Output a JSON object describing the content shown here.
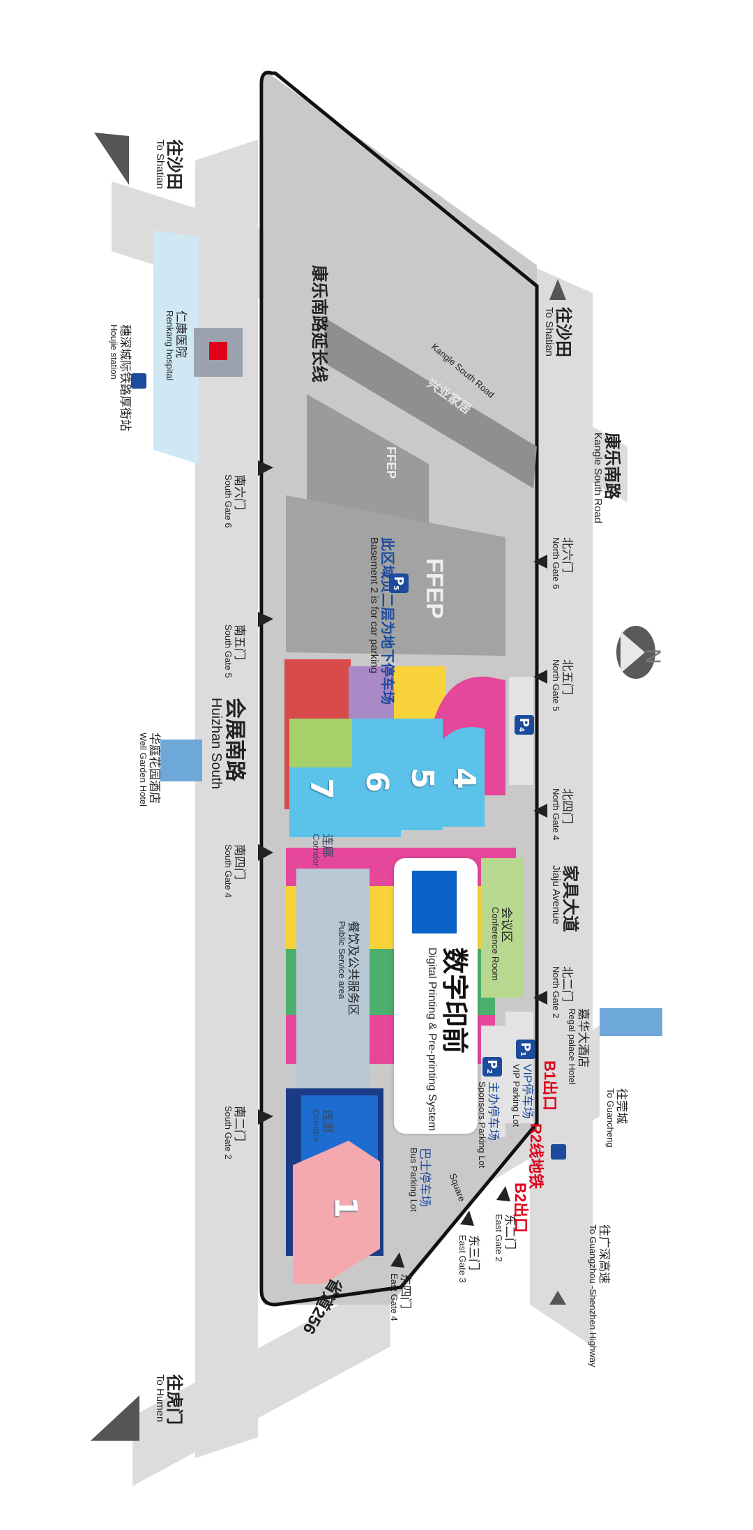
{
  "roads": {
    "to_shatian_left": {
      "cn": "往沙田",
      "en": "To Shatian"
    },
    "to_shatian_right": {
      "cn": "往沙田",
      "en": "To Shatian"
    },
    "kangle_south_road": {
      "cn": "康乐南路",
      "en": "Kangle South Road"
    },
    "kangle_south_road_ext": {
      "cn": "康乐南路延长线"
    },
    "kangle_south_road_inner": {
      "en": "Kangle South Road"
    },
    "huizhan_south": {
      "cn": "会展南路",
      "en": "Huizhan South"
    },
    "jiaju_avenue": {
      "cn": "家具大道",
      "en": "Jiaju Avenue"
    },
    "to_guancheng": {
      "cn": "往莞城",
      "en": "To Guancheng"
    },
    "to_gz_sz_highway": {
      "cn": "往广深高速",
      "en": "To Guangzhou -Shenzhen Highway"
    },
    "to_humen": {
      "cn": "往虎门",
      "en": "To Humen"
    },
    "provincial_road": {
      "cn": "省道256"
    }
  },
  "landmarks": {
    "renkang_hospital": {
      "cn": "仁康医院",
      "en": "Renkang hospital"
    },
    "houjie_station": {
      "cn": "穗深城际铁路厚街站",
      "en": "Houjie station"
    },
    "well_garden_hotel": {
      "cn": "华庭花园酒店",
      "en": "Well Garden Hotel"
    },
    "regal_palace_hotel": {
      "cn": "嘉华大酒店",
      "en": "Regal palace Hotel"
    }
  },
  "gates": {
    "north_gate_6": {
      "cn": "北六门",
      "en": "North Gate 6"
    },
    "north_gate_5": {
      "cn": "北五门",
      "en": "North Gate 5"
    },
    "north_gate_4": {
      "cn": "北四门",
      "en": "North Gate 4"
    },
    "north_gate_2": {
      "cn": "北二门",
      "en": "North Gate 2"
    },
    "south_gate_6": {
      "cn": "南六门",
      "en": "South Gate 6"
    },
    "south_gate_5": {
      "cn": "南五门",
      "en": "South Gate 5"
    },
    "south_gate_4": {
      "cn": "南四门",
      "en": "South Gate 4"
    },
    "south_gate_2": {
      "cn": "南二门",
      "en": "South Gate 2"
    },
    "east_gate_2": {
      "cn": "东二门",
      "en": "East Gate 2"
    },
    "east_gate_3": {
      "cn": "东三门",
      "en": "East Gate 3"
    },
    "east_gate_4": {
      "cn": "东四门",
      "en": "East Gate 4"
    }
  },
  "metro": {
    "b1_exit": "B1出口",
    "b2_exit": "B2出口",
    "r2_line": "R2线地铁"
  },
  "buildings": {
    "ffep_tower": {
      "cn": "兴业家居"
    },
    "ffep_small_logo": "FFEP",
    "ffep_main_logo": "FFEP",
    "basement_parking": {
      "cn": "此区域负二层为地下停车场",
      "en": "Basement 2 is for car parking"
    },
    "conference_room": {
      "cn": "会议区",
      "en": "Conference Room"
    },
    "public_service": {
      "cn": "餐饮及公共服务区",
      "en": "Public Service area"
    },
    "corridor_top": {
      "cn": "连廊",
      "en": "Corridor"
    },
    "corridor_bottom": {
      "cn": "连廊",
      "en": "Corridor"
    },
    "square": {
      "en": "Square"
    }
  },
  "parking": {
    "p1": {
      "badge": "P",
      "num": "1",
      "cn": "VIP停车场",
      "en": "VIP Parking Lot"
    },
    "p2": {
      "badge": "P",
      "num": "2",
      "cn": "主办停车场",
      "en": "Sponsors Parking Lot"
    },
    "p4": {
      "badge": "P",
      "num": "4"
    },
    "p5": {
      "badge": "P",
      "num": "5"
    },
    "bus": {
      "cn": "巴士停车场",
      "en": "Bus Parking Lot"
    }
  },
  "halls": [
    "1",
    "4",
    "5",
    "6",
    "7"
  ],
  "compass": {
    "label": "N"
  },
  "callout": {
    "cn": "数字印前",
    "en": "Digital Printing & Pre-printing System"
  },
  "colors": {
    "road": "#dcdcdc",
    "venue": "#c9c9c9",
    "hall_blue": "#5bc3ea",
    "hall_pink": "#e5479a",
    "hall_yellow": "#f8d23a",
    "hall_green": "#4caf6d",
    "hall_purple": "#a98ac7",
    "hall_red": "#d84b4b",
    "hall_lime": "#a8d06a",
    "hall1_pink": "#f3a9ae",
    "hall_navy": "#1b3b86",
    "callout_blue": "#0a63c6",
    "parking_badge": "#1c4a9c",
    "metro_red": "#e0001b",
    "water": "#cfe8f4"
  }
}
